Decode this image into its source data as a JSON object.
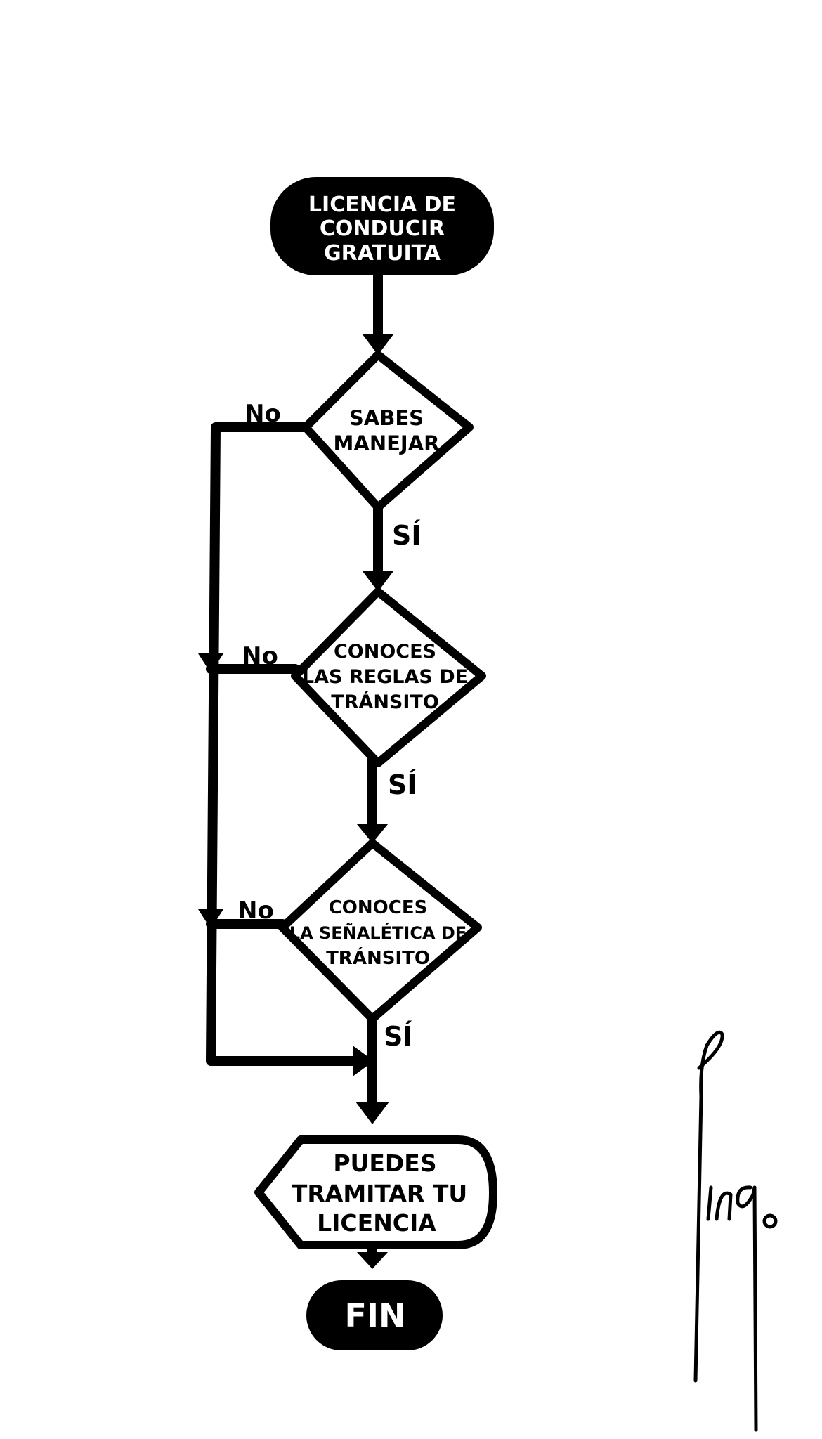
{
  "colors": {
    "ink": "#000000",
    "paper": "#ffffff"
  },
  "diagram": {
    "nodes": {
      "start": {
        "lines": [
          "LICENCIA DE",
          "CONDUCIR",
          "GRATUITA"
        ]
      },
      "q1": {
        "lines": [
          "SABES",
          "MANEJAR"
        ]
      },
      "q2": {
        "lines": [
          "CONOCES",
          "LAS REGLAS DE",
          "TRÁNSITO"
        ]
      },
      "q3": {
        "lines": [
          "CONOCES",
          "LA SEÑALÉTICA DE",
          "TRÁNSITO"
        ]
      },
      "result": {
        "lines": [
          "PUEDES",
          "TRAMITAR TU",
          "LICENCIA"
        ]
      },
      "end": {
        "lines": [
          "FIN"
        ]
      }
    },
    "edge_labels": {
      "no1": "No",
      "no2": "No",
      "no3": "No",
      "yes1": "SÍ",
      "yes2": "SÍ",
      "yes3": "SÍ"
    }
  },
  "signature": {
    "text": "Jingo"
  }
}
